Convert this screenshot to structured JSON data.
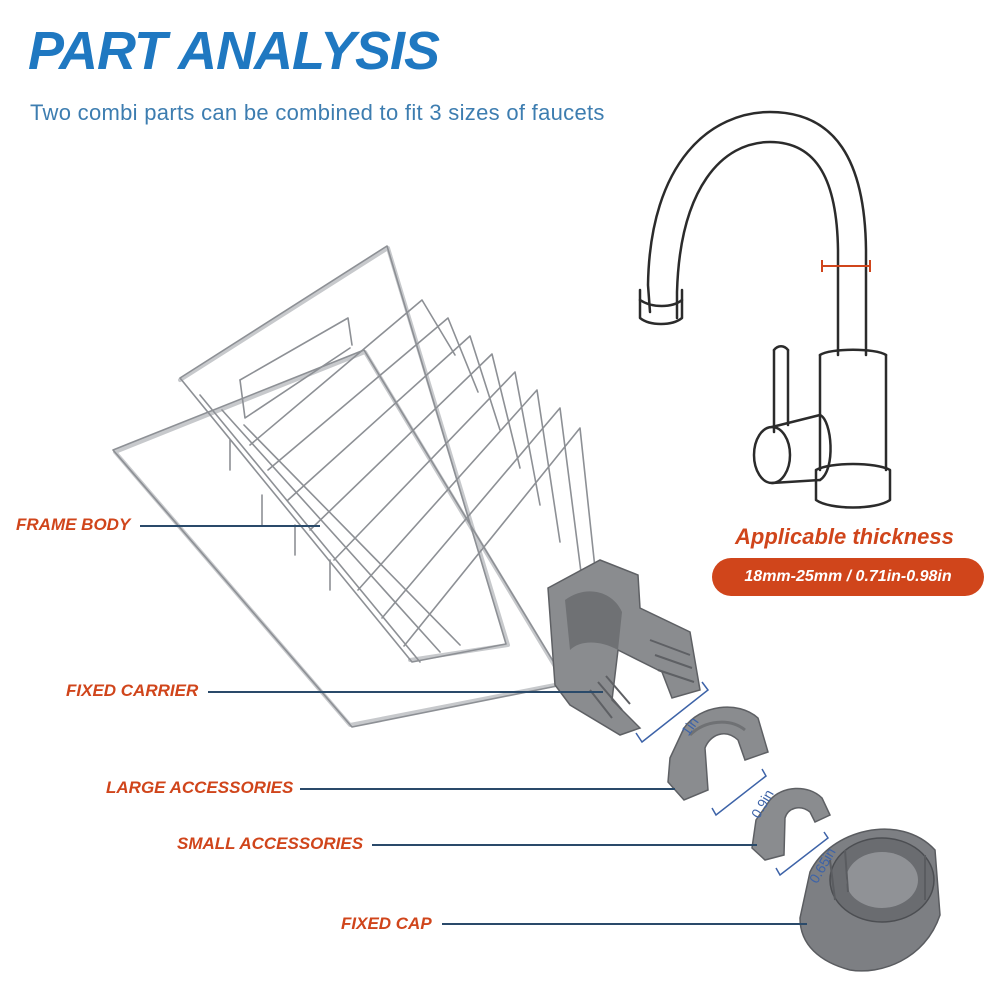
{
  "header": {
    "title": "PART ANALYSIS",
    "subtitle": "Two combi parts can be combined to fit 3 sizes of faucets"
  },
  "labels": {
    "frame_body": "FRAME BODY",
    "fixed_carrier": "FIXED CARRIER",
    "large_accessories": "LARGE ACCESSORIES",
    "small_accessories": "SMALL ACCESSORIES",
    "fixed_cap": "FIXED CAP"
  },
  "thickness": {
    "title": "Applicable thickness",
    "range": "18mm-25mm / 0.71in-0.98in"
  },
  "dimensions": {
    "carrier": "1in",
    "large": "0.9in",
    "small": "0.65in"
  },
  "colors": {
    "title_blue": "#1f78c1",
    "label_orange": "#d0451b",
    "part_gray": "#8a8c8f"
  }
}
